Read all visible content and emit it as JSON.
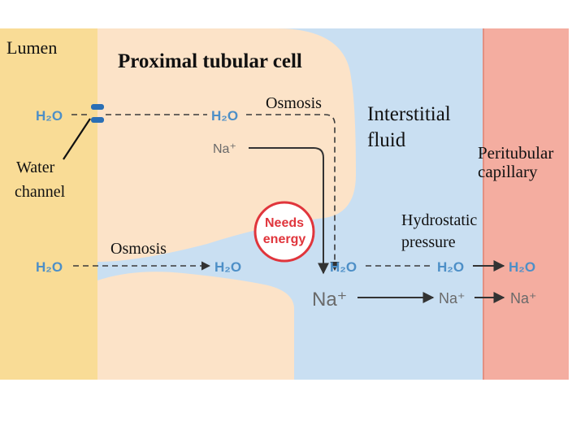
{
  "colors": {
    "lumen": "#f9dc96",
    "cell": "#fce3c8",
    "interstitial": "#c9dff2",
    "capillary": "#f4ada0",
    "water_molecule": "#4d8fc7",
    "needs_energy": "#e0353c",
    "arrows": "#333333"
  },
  "labels": {
    "lumen": "Lumen",
    "cell": "Proximal tubular cell",
    "interstitial_line1": "Interstitial",
    "interstitial_line2": "fluid",
    "capillary_line1": "Peritubular",
    "capillary_line2": "capillary",
    "water_channel_line1": "Water",
    "water_channel_line2": "channel",
    "osmosis_top": "Osmosis",
    "osmosis_bottom": "Osmosis",
    "needs_energy_line1": "Needs",
    "needs_energy_line2": "energy",
    "hydrostatic_line1": "Hydrostatic",
    "hydrostatic_line2": "pressure"
  },
  "molecules": {
    "water": "H₂O",
    "sodium": "Na⁺"
  },
  "icons": [
    "water-channel-icon",
    "needs-energy-badge"
  ]
}
